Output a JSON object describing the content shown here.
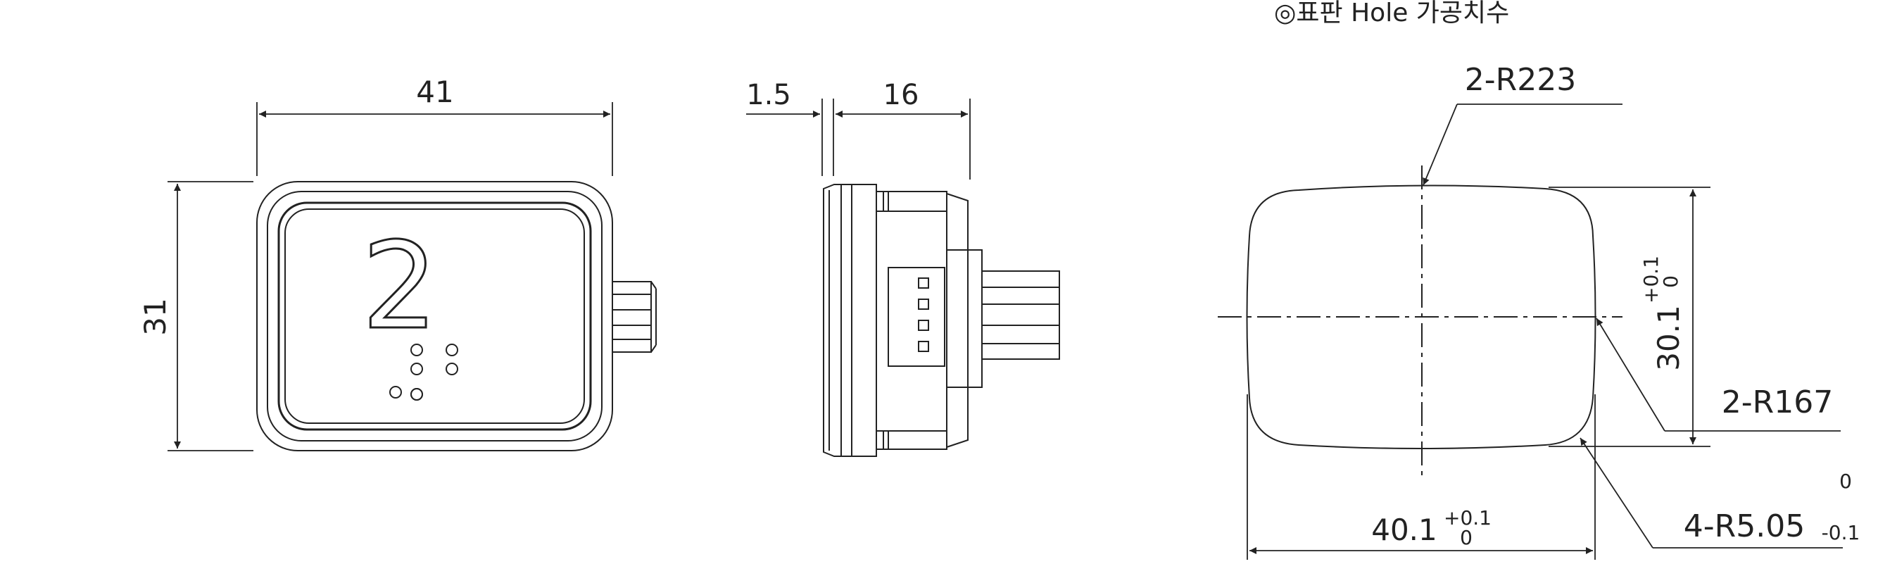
{
  "title": "◎표판 Hole 가공치수",
  "front_view": {
    "button_number": "2",
    "width_label": "41",
    "height_label": "31"
  },
  "side_view": {
    "thickness_label": "1.5",
    "depth_label": "16"
  },
  "hole_view": {
    "top_radius_label": "2-R223",
    "side_radius_label": "2-R167",
    "corner_radius_label": "4-R5.05",
    "corner_tol_upper": "0",
    "corner_tol_lower": "-0.1",
    "width_label": "40.1",
    "width_tol_upper": "+0.1",
    "width_tol_lower": "0",
    "height_label": "30.1",
    "height_tol_upper": "+0.1",
    "height_tol_lower": "0"
  },
  "colors": {
    "line": "#222222",
    "background": "#ffffff"
  }
}
